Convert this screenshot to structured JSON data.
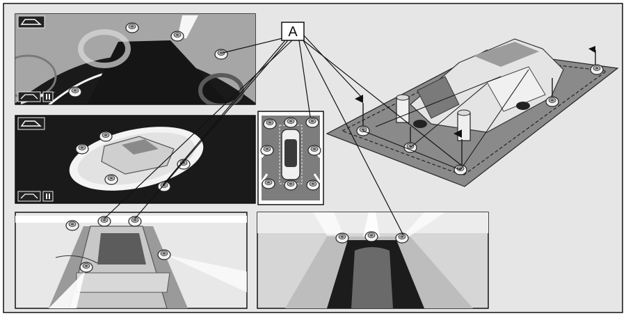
{
  "callout": {
    "label": "A"
  },
  "colors": {
    "frame": "#111111",
    "figure_bg": "#e6e6e6",
    "screen_dark": "#1a1a1a",
    "ground": "#8a8a8a",
    "car_light": "#d8d8d8",
    "sensor": "#f2f2f2",
    "beam": "#ffffff"
  },
  "panels": [
    {
      "name": "top-down-arc-view"
    },
    {
      "name": "overhead-ellipse-view"
    },
    {
      "name": "bird-eye-view"
    },
    {
      "name": "rear-perspective-view"
    },
    {
      "name": "front-narrow-view"
    },
    {
      "name": "ground-sensor-scene"
    }
  ],
  "icons": [
    "car-view-icon",
    "panorama-view-icon",
    "pause-icon",
    "sensor-icon",
    "flag-icon",
    "pole-icon"
  ]
}
